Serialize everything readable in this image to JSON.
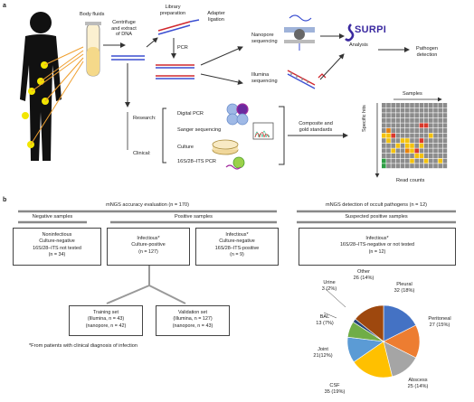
{
  "panel_a": {
    "label": "a",
    "body_fluids": "Body fluids",
    "centrifuge": [
      "Centrifuge",
      "and extract",
      "of DNA"
    ],
    "library_prep": [
      "Library",
      "preparation"
    ],
    "adapter": [
      "Adapter",
      "ligation"
    ],
    "pcr": "PCR",
    "nanopore": [
      "Nanopore",
      "sequencing"
    ],
    "illumina": [
      "Illumina",
      "sequencing"
    ],
    "surpi": "SURPI",
    "analysis": "Analysis",
    "pathogen": [
      "Pathogen",
      "detection"
    ],
    "research": "Research:",
    "clinical": "Clinical:",
    "digital_pcr": "Digital PCR",
    "sanger": "Sanger sequencing",
    "culture": "Culture",
    "its_pcr": "16S/28–ITS PCR",
    "composite": [
      "Composite and",
      "gold standards"
    ],
    "samples": "Samples",
    "specific_hits": "Specific hits",
    "read_counts": "Read counts"
  },
  "panel_b": {
    "label": "b",
    "left_title": "mNGS accuracy evaluation (n = 170)",
    "right_title": "mNGS detection of occult pathogens (n = 12)",
    "negative_header": "Negative samples",
    "positive_header": "Positive samples",
    "suspected_header": "Suspected positive samples",
    "box_noninfectious": [
      "Noninfectious",
      "Culture-negative",
      "16S/28–ITS not tested",
      "(n = 34)"
    ],
    "box_infectious_culture": [
      "Infectious*",
      "Culture-positive",
      "(n = 127)"
    ],
    "box_infectious_its": [
      "Infectious*",
      "Culture-negative",
      "16S/28–ITS-positive",
      "(n = 9)"
    ],
    "box_suspected": [
      "Infectious*",
      "16S/28–ITS-negative or not tested",
      "(n = 12)"
    ],
    "training": [
      "Training set",
      "(Illumina, n = 43)",
      "(nanopore, n = 42)"
    ],
    "validation": [
      "Validation set",
      "(Illumina, n = 127)",
      "(nanopore, n = 43)"
    ],
    "footnote": "*From patients with clinical diagnosis of infection"
  },
  "pie": {
    "slices": [
      {
        "label": "Pleural",
        "count": 32,
        "pct": "18%",
        "color": "#4472c4"
      },
      {
        "label": "Peritoneal",
        "count": 27,
        "pct": "15%",
        "color": "#ed7d31"
      },
      {
        "label": "Abscess",
        "count": 25,
        "pct": "14%",
        "color": "#a5a5a5"
      },
      {
        "label": "CSF",
        "count": 35,
        "pct": "19%",
        "color": "#ffc000"
      },
      {
        "label": "Joint",
        "count": 21,
        "pct": "12%",
        "color": "#5b9bd5"
      },
      {
        "label": "BAL",
        "count": 13,
        "pct": "7%",
        "color": "#70ad47"
      },
      {
        "label": "Urine",
        "count": 3,
        "pct": "2%",
        "color": "#264478"
      },
      {
        "label": "Other",
        "count": 26,
        "pct": "14%",
        "color": "#9e480e"
      }
    ],
    "text": {
      "pleural": [
        "Pleural",
        "32 (18%)"
      ],
      "peritoneal": [
        "Peritoneal",
        "27 (15%)"
      ],
      "abscess": [
        "Abscess",
        "25 (14%)"
      ],
      "csf": [
        "CSF",
        "35 (19%)"
      ],
      "joint": [
        "Joint",
        "21(12%)"
      ],
      "bal": [
        "BAL",
        "13 (7%)"
      ],
      "urine": [
        "Urine",
        "3 (2%)"
      ],
      "other": [
        "Other",
        "26 (14%)"
      ]
    }
  },
  "heatmap": {
    "colors": {
      "gray": "#8c8c8c",
      "yellow": "#f4c20d",
      "orange": "#e8820c",
      "red": "#d9382b",
      "green": "#2e9e44"
    },
    "rows": [
      "gggggggggggggg",
      "gggggggggggggg",
      "gggggggggggggg",
      "gggggggggggggg",
      "ggggggggrrgggg",
      "gogggggggggggg",
      "yyrgggggggyggg",
      "gyggyyggrggggg",
      "gggygyygyggggg",
      "ggyggoyrgggggg",
      "gggggggyyggggg",
      "Lgggggyggyggyg",
      "Lggggggggggggg"
    ]
  }
}
